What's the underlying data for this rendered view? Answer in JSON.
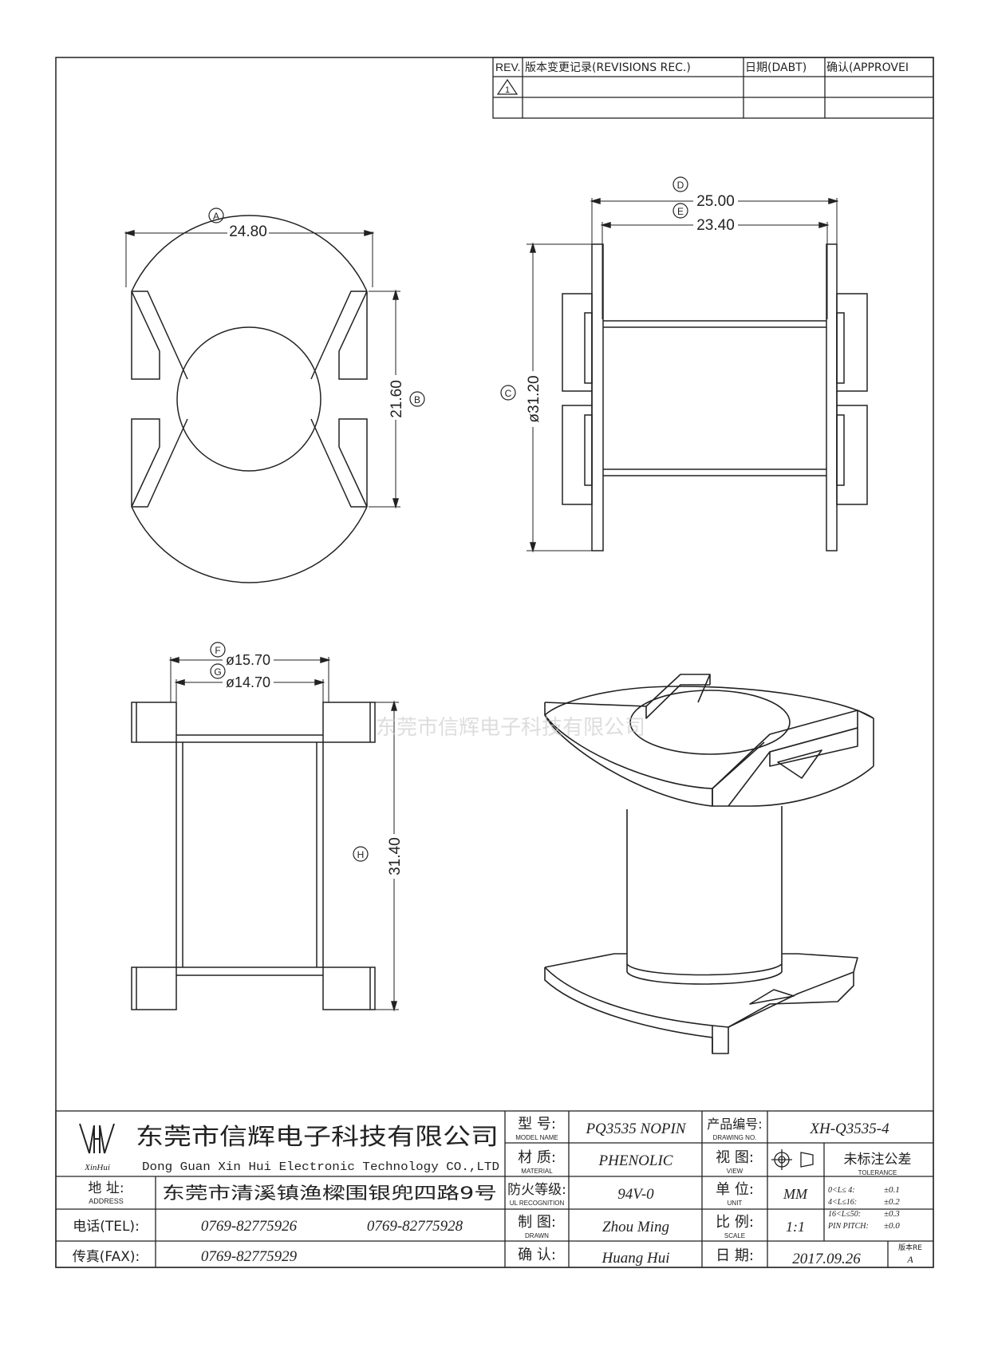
{
  "revision_table": {
    "headers": [
      "REV.",
      "版本变更记录(REVISIONS REC.)",
      "日期(DABT)",
      "确认(APPROVEI"
    ],
    "rows": [
      {
        "rev": "1",
        "record": "",
        "date": "",
        "approve": ""
      },
      {
        "rev": "",
        "record": "",
        "date": "",
        "approve": ""
      }
    ]
  },
  "views": {
    "top_view": {
      "width_label": "24.80",
      "width_marker": "A",
      "height_label": "21.60",
      "height_marker": "B"
    },
    "side_view": {
      "outer_width_label": "25.00",
      "outer_width_marker": "D",
      "inner_width_label": "23.40",
      "inner_width_marker": "E",
      "height_label": "ø31.20",
      "height_marker": "C"
    },
    "front_view": {
      "flange_dia_label": "ø15.70",
      "flange_dia_marker": "F",
      "core_dia_label": "ø14.70",
      "core_dia_marker": "G",
      "height_label": "31.40",
      "height_marker": "H"
    }
  },
  "watermark_text": "东莞市信辉电子科技有限公司",
  "title_block": {
    "logo_text": "XinHui",
    "company_cn": "东莞市信辉电子科技有限公司",
    "company_en": "Dong Guan Xin Hui Electronic Technology CO.,LTD",
    "address_label_cn": "地  址:",
    "address_label_en": "ADDRESS",
    "address_value": "东莞市清溪镇渔樑围银兜四路9号",
    "tel_label": "电话(TEL):",
    "tel_value_1": "0769-82775926",
    "tel_value_2": "0769-82775928",
    "fax_label": "传真(FAX):",
    "fax_value": "0769-82775929",
    "model_label_cn": "型  号:",
    "model_label_en": "MODEL NAME",
    "model_value": "PQ3535 NOPIN",
    "material_label_cn": "材  质:",
    "material_label_en": "MATERIAL",
    "material_value": "PHENOLIC",
    "fire_label_cn": "防火等级:",
    "fire_label_en": "UL RECOGNITION",
    "fire_value": "94V-0",
    "drawn_label_cn": "制  图:",
    "drawn_label_en": "DRAWN",
    "drawn_value": "Zhou Ming",
    "confirm_label_cn": "确  认:",
    "confirm_value": "Huang Hui",
    "drawing_no_label_cn": "产品编号:",
    "drawing_no_label_en": "DRAWING NO.",
    "drawing_no_value": "XH-Q3535-4",
    "view_label_cn": "视  图:",
    "view_label_en": "VIEW",
    "tolerance_title_cn": "未标注公差",
    "tolerance_title_en": "TOLERANCE",
    "unit_label_cn": "单  位:",
    "unit_label_en": "UNIT",
    "unit_value": "MM",
    "scale_label_cn": "比  例:",
    "scale_label_en": "SCALE",
    "scale_value": "1:1",
    "date_label_cn": "日  期:",
    "date_value": "2017.09.26",
    "version_label": "版本RE",
    "version_value": "A",
    "tolerances": [
      {
        "range": "0<L≤ 4:",
        "tol": "±0.1"
      },
      {
        "range": "4<L≤16:",
        "tol": "±0.2"
      },
      {
        "range": "16<L≤50:",
        "tol": "±0.3"
      },
      {
        "range": "PIN PITCH:",
        "tol": "±0.0"
      }
    ]
  }
}
